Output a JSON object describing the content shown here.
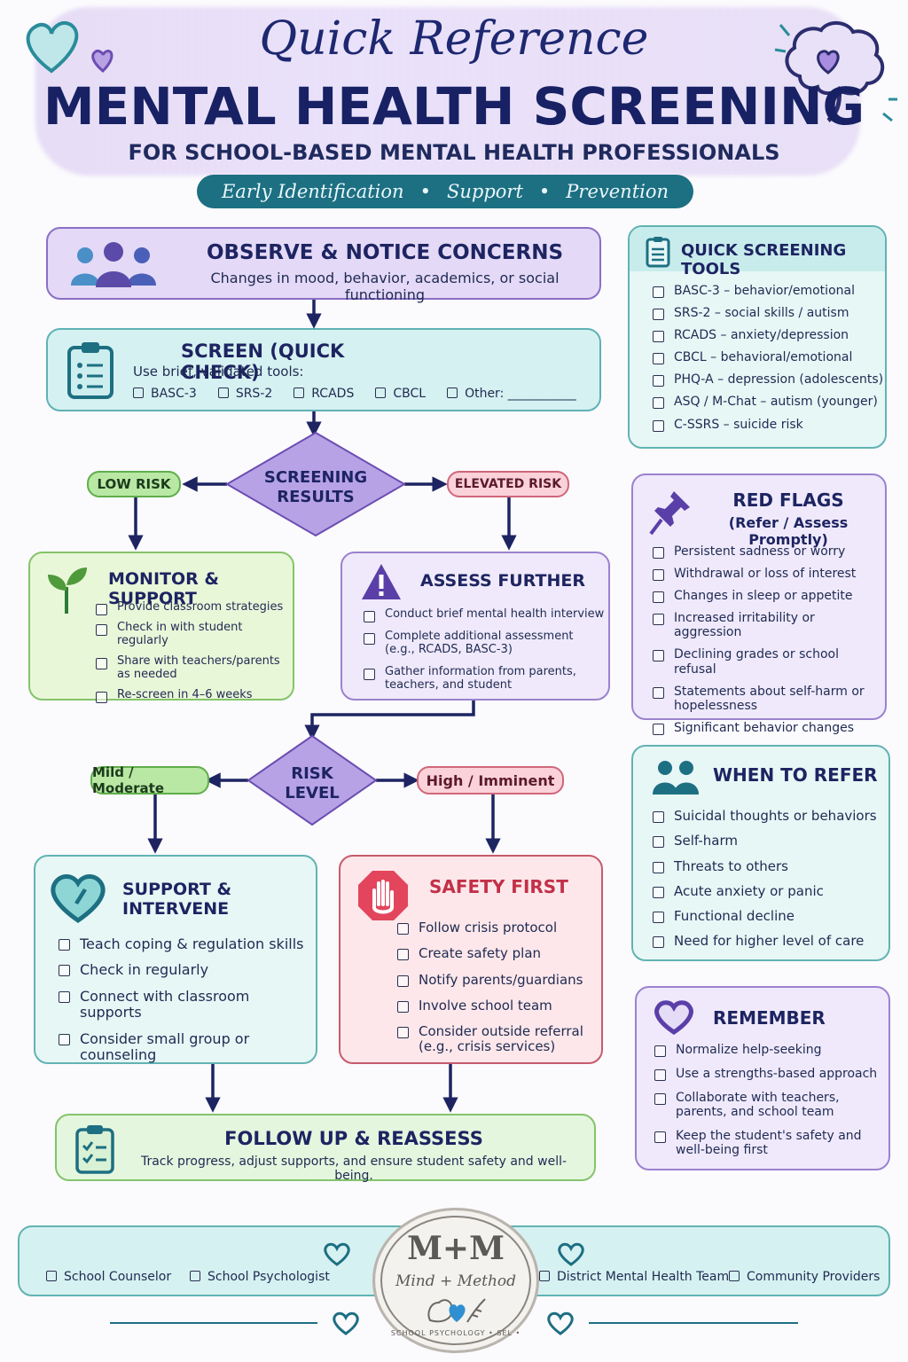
{
  "header": {
    "script_title": "Quick Reference",
    "main_title": "MENTAL HEALTH SCREENING",
    "subtitle": "FOR SCHOOL-BASED MENTAL HEALTH PROFESSIONALS",
    "tagline": [
      "Early Identification",
      "Support",
      "Prevention"
    ]
  },
  "flow": {
    "observe": {
      "title": "OBSERVE & NOTICE CONCERNS",
      "desc": "Changes in mood, behavior, academics, or social functioning",
      "icon": "people-icon"
    },
    "screen": {
      "title": "SCREEN (QUICK CHECK)",
      "desc": "Use brief, validated tools:",
      "options": [
        "BASC-3",
        "SRS-2",
        "RCADS",
        "CBCL",
        "Other: ___________"
      ],
      "icon": "clipboard-icon"
    },
    "results": {
      "line1": "SCREENING",
      "line2": "RESULTS"
    },
    "low_risk": "LOW RISK",
    "elevated_risk": "ELEVATED RISK",
    "monitor": {
      "title": "MONITOR & SUPPORT",
      "items": [
        "Provide classroom strategies",
        "Check in with student regularly",
        "Share with teachers/parents as needed",
        "Re-screen in 4–6 weeks"
      ],
      "icon": "sprout-icon"
    },
    "assess": {
      "title": "ASSESS FURTHER",
      "items": [
        "Conduct brief mental health interview",
        "Complete additional assessment (e.g., RCADS, BASC-3)",
        "Gather information from parents, teachers, and student"
      ],
      "icon": "warning-icon"
    },
    "risk": {
      "line1": "RISK",
      "line2": "LEVEL"
    },
    "mild": "Mild / Moderate",
    "high": "High / Imminent",
    "support": {
      "title": "SUPPORT & INTERVENE",
      "items": [
        "Teach coping & regulation skills",
        "Check in regularly",
        "Connect with classroom supports",
        "Consider small group or counseling"
      ],
      "icon": "heart-icon"
    },
    "safety": {
      "title": "SAFETY FIRST",
      "items": [
        "Follow crisis protocol",
        "Create safety plan",
        "Notify parents/guardians",
        "Involve school team",
        "Consider outside referral (e.g., crisis services)"
      ],
      "icon": "stop-hand-icon"
    },
    "followup": {
      "title": "FOLLOW UP & REASSESS",
      "desc": "Track progress, adjust supports, and ensure student safety and well-being.",
      "icon": "clipboard-check-icon"
    }
  },
  "sidebar": {
    "tools": {
      "title": "QUICK SCREENING TOOLS",
      "items": [
        "BASC-3 – behavior/emotional",
        "SRS-2 – social skills / autism",
        "RCADS – anxiety/depression",
        "CBCL – behavioral/emotional",
        "PHQ-A – depression (adolescents)",
        "ASQ / M-Chat – autism (younger)",
        "C-SSRS – suicide risk"
      ]
    },
    "red_flags": {
      "title": "RED FLAGS",
      "subtitle": "(Refer / Assess Promptly)",
      "items": [
        "Persistent sadness or worry",
        "Withdrawal or loss of interest",
        "Changes in sleep or appetite",
        "Increased irritability or aggression",
        "Declining grades or school refusal",
        "Statements about self-harm or hopelessness",
        "Significant behavior changes"
      ]
    },
    "refer": {
      "title": "WHEN TO REFER",
      "items": [
        "Suicidal thoughts or behaviors",
        "Self-harm",
        "Threats to others",
        "Acute anxiety or panic",
        "Functional decline",
        "Need for higher level of care"
      ]
    },
    "remember": {
      "title": "REMEMBER",
      "items": [
        "Normalize help-seeking",
        "Use a strengths-based approach",
        "Collaborate with teachers, parents, and school team",
        "Keep the student's safety and well-being first"
      ]
    }
  },
  "footer": {
    "contacts": [
      "School Counselor",
      "School Psychologist",
      "District Mental Health Team",
      "Community Providers"
    ],
    "logo": {
      "mark": "M+M",
      "script": "Mind + Method",
      "ring": "SCHOOL PSYCHOLOGY • SEL •"
    }
  },
  "colors": {
    "navy": "#1d2461",
    "teal": "#1d6f82",
    "purple": "#8a6fc6",
    "green": "#84c46a",
    "red": "#c65b6b"
  }
}
